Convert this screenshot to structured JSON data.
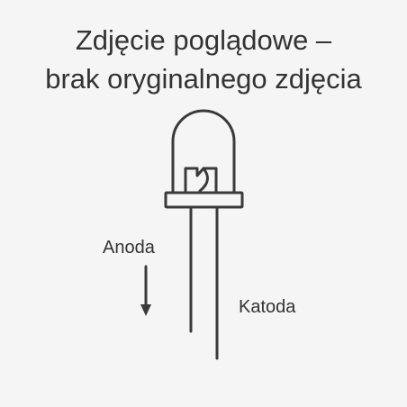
{
  "title": {
    "line1": "Zdjęcie poglądowe –",
    "line2": "brak oryginalnego zdjęcia"
  },
  "labels": {
    "anode": "Anoda",
    "cathode": "Katoda"
  },
  "colors": {
    "background": "#f5f5f5",
    "stroke": "#3a3a3a",
    "text": "#333333"
  }
}
